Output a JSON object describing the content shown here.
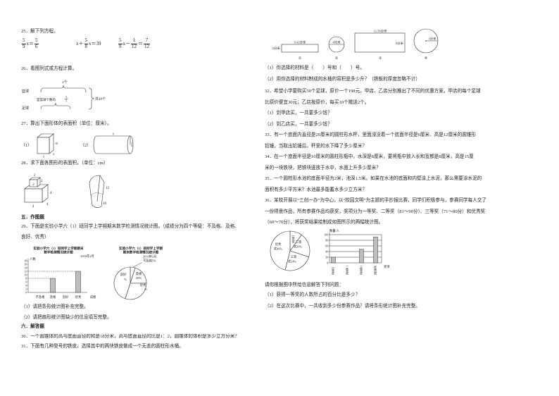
{
  "left": {
    "q25": {
      "title": "25．解下列方程。",
      "equations": [
        [
          {
            "num": "5",
            "den": "9"
          },
          {
            "text": "x＝"
          },
          {
            "num": "5",
            "den": "6"
          }
        ],
        [
          {
            "text": "x＋"
          },
          {
            "num": "5",
            "den": "8"
          },
          {
            "text": "x＝39"
          }
        ],
        [
          {
            "num": "5",
            "den": "9"
          },
          {
            "text": "x－"
          },
          {
            "num": "1",
            "den": "12"
          },
          {
            "text": "＝"
          },
          {
            "num": "7",
            "den": "12"
          }
        ]
      ]
    },
    "q26": {
      "title": "26．看图列式或方程计算。",
      "diagram": {
        "top_label": "x个",
        "row1_label": "篮球",
        "row2_label": "足球",
        "relation_text": "是篮球个数的",
        "relation_frac": {
          "num": "3",
          "den": "5"
        },
        "total_label": "共40个"
      }
    },
    "q27": {
      "title": "27．算出下面形体的表面积（单位：厘米）。",
      "fig1": {
        "tag": "（1）",
        "height": "10",
        "length": "5",
        "width": "4"
      },
      "fig2": {
        "tag": "（2）",
        "length": "6",
        "radius": "r=2"
      }
    },
    "q28": {
      "title": "28．求下面各图形的表面积。（单位：cm）",
      "fig1": {
        "small_top": "2",
        "small_side": "2",
        "small_front": "2",
        "big_height": "4",
        "big_depth": "4",
        "big_length": "4"
      },
      "fig2": {
        "height": "12",
        "diameter": "10"
      }
    },
    "section5": "五．作图题",
    "q29": {
      "lines": [
        "29．下面是实验小学六（1）班同学上学期期末数学检测情况统计图。（成绩分为四个等级：不及格、及格、",
        "良好、优秀）"
      ],
      "sub1": "（1）请把条形统计图补充完整。",
      "sub2": "（2）请把扇形统计图缺少的信息填写完整。"
    },
    "section6": "六．解答题",
    "q30": "30．一个圆锥体的高与底面直径的和是18分米，高与底面直径的比是1：2，圆锥体的体积是多少立方分米？",
    "q31": "31．下面有几种型号的铁皮，选择其中的两块铁皮做成一个无盖的圆柱形水桶。"
  },
  "right": {
    "q31_figures": {
      "fig1": {
        "top": "9.42分米",
        "side": "2分米",
        "tag": "①"
      },
      "fig2": {
        "diameter": "4分米",
        "tag": "②"
      },
      "fig3": {
        "top": "12.56分米",
        "side": "5分米",
        "tag": "③"
      },
      "fig4": {
        "radius": "3分米",
        "tag": "④"
      }
    },
    "q31_sub1": "（1）你选择的材料是（　　）号和（　　）号。",
    "q31_sub2": "（2）用你选择的材料制成的水桶的容积是多少升？（铁板的厚度忽略不计）",
    "q32": {
      "lines": [
        "32．希望小学要购买50个足球，原价一个198元。甲店、乙店分别推出了不同的优惠方案，甲店的每个足球",
        "比原价便宜30元；乙店按原价，每买10个赠送2个。"
      ],
      "sub1": "（1）到甲店买，一共要多少钱？",
      "sub2": "（2）到乙店买，一共要多少钱？"
    },
    "q33": {
      "lines": [
        "33．有一个底面内直径是20厘米的圆柱形水杯，里面浸没着一个底面半径是6厘米、高是12厘米的圆锥形",
        "铅锤，当取出铅锤后，杯里的水下降了多少厘米？"
      ]
    },
    "q34": {
      "lines": [
        "34．在一个底面半径是10厘米的圆柱形瓶中，水深是8厘米，要将瓶中放入长和宽都是8厘米，高是15厘",
        "米的一块铁块，把铁块竖放于水中，水面上升多少厘米？"
      ]
    },
    "q35": {
      "lines": [
        "35．一个圆柱形水池的底面半径为2米，池深1.5米。如果在水池的底面和内壁涂上水泥，那么需要涂水泥的",
        "面积有多少平方米？水池最多能蓄水多少立方米？"
      ]
    },
    "q36": {
      "lines": [
        "36．某校开展以“三创一办”为中心，以“校园文明”为主题的手抄报比赛，同学们积极参与，参赛同学每人交了",
        "一份得意作品，所有参赛作品均获奖，奖项分为一等奖、二等奖（81～90分）、三等奖（71～80分）和优秀奖",
        "（60～70分），将获奖结果绘制成如图所示的两幅统计图。"
      ],
      "prompt": "请你根据图中所给信息解答下列问题：",
      "sub1": "（1）获得一等奖的人数所占的百分比是多少？",
      "sub2": "（2）在这次比赛中，一共收到多少份参赛作品？请将条形统计图补充完整。"
    }
  },
  "chart_data": [
    {
      "type": "bar",
      "title": "实验小学六（1）班同学上学期期末数学检测情况统计图",
      "title_lines": [
        "实验小学六（1）班同学上学期期末",
        "数学检测情况统计图"
      ],
      "date": "2016年2月",
      "xlabel": "成绩",
      "ylabel": "人数",
      "categories": [
        "不及格",
        "及格",
        "良好",
        "优秀"
      ],
      "values": [
        null,
        8,
        null,
        12
      ],
      "ylim": [
        0,
        18
      ],
      "yticks": [
        0,
        2,
        4,
        6,
        8,
        10,
        12,
        14,
        16,
        18
      ],
      "grid": false,
      "dashed_guides": true,
      "vertical_labels": false
    },
    {
      "type": "pie",
      "title": "实验小学六（1）班同学上学期期末数学检测情况统计图",
      "title_lines": [
        "实验小学六（1）班同学上学期",
        "期末数学检测情况统计图"
      ],
      "date": "2016年2月",
      "slices": [
        {
          "name": "不及格",
          "percent": 5,
          "label_lines": [
            "不及格5%"
          ]
        },
        {
          "name": "及格",
          "percent": 20,
          "label_lines": [
            "及格",
            "20%"
          ]
        },
        {
          "name": "优秀",
          "percent": 30,
          "label_lines": [
            "优秀",
            "%"
          ]
        },
        {
          "name": "良好",
          "percent": 45,
          "label_lines": [
            "良好",
            "%"
          ]
        }
      ]
    },
    {
      "type": "pie",
      "title": "",
      "slices": [
        {
          "name": "一等奖",
          "percent": 10,
          "label_lines": [
            "一等奖"
          ]
        },
        {
          "name": "二等奖",
          "percent": 20,
          "label_lines": [
            "二等",
            "奖20%"
          ]
        },
        {
          "name": "三等奖",
          "percent": 24,
          "label_lines": [
            "三等",
            "奖24%"
          ]
        },
        {
          "name": "优秀奖",
          "percent": 46,
          "label_lines": [
            "优秀",
            "奖46%"
          ]
        }
      ]
    },
    {
      "type": "bar",
      "title": "",
      "xlabel": "奖项",
      "ylabel": "数量/人",
      "categories": [
        "一等奖",
        "二等奖",
        "三等奖",
        "优秀奖"
      ],
      "values": [
        20,
        null,
        48,
        92
      ],
      "ylim": [
        0,
        100
      ],
      "yticks": [
        0,
        20,
        40,
        60,
        80,
        100
      ],
      "grid": true,
      "dashed_guides": false,
      "vertical_labels": true
    }
  ]
}
